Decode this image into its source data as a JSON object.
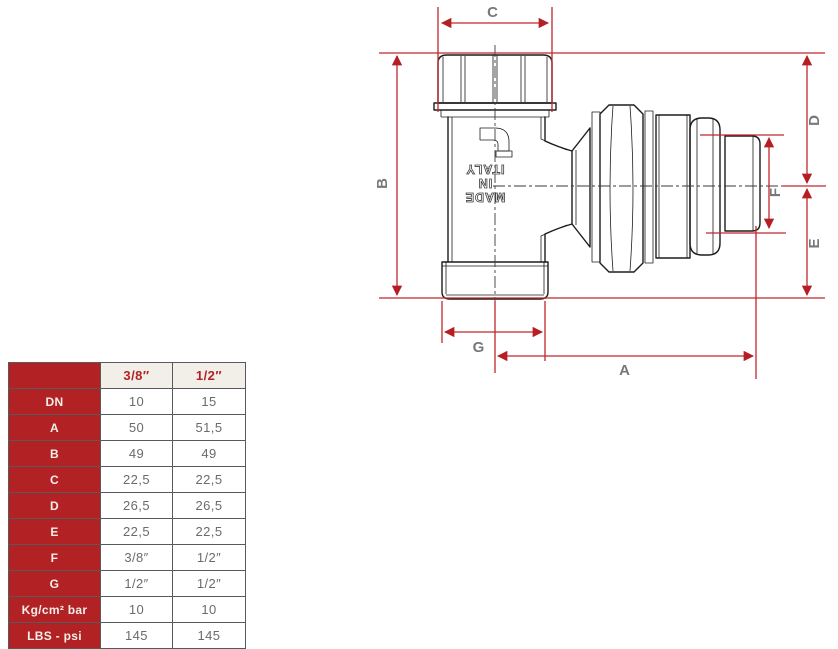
{
  "diagram": {
    "dimension_labels": {
      "a": "A",
      "b": "B",
      "c": "C",
      "d": "D",
      "e": "E",
      "f": "F",
      "g": "G"
    },
    "made_in_italy": [
      "MADE",
      "IN",
      "ITALY"
    ]
  },
  "table": {
    "columns": [
      "",
      "3/8″",
      "1/2″"
    ],
    "rows": [
      {
        "label": "DN",
        "v1": "10",
        "v2": "15"
      },
      {
        "label": "A",
        "v1": "50",
        "v2": "51,5"
      },
      {
        "label": "B",
        "v1": "49",
        "v2": "49"
      },
      {
        "label": "C",
        "v1": "22,5",
        "v2": "22,5"
      },
      {
        "label": "D",
        "v1": "26,5",
        "v2": "26,5"
      },
      {
        "label": "E",
        "v1": "22,5",
        "v2": "22,5"
      },
      {
        "label": "F",
        "v1": "3/8″",
        "v2": "1/2″"
      },
      {
        "label": "G",
        "v1": "1/2″",
        "v2": "1/2″"
      },
      {
        "label": "Kg/cm² bar",
        "v1": "10",
        "v2": "10"
      },
      {
        "label": "LBS - psi",
        "v1": "145",
        "v2": "145"
      }
    ]
  },
  "colors": {
    "dimension_red": "#C1272D",
    "arrow_red": "#B51F24",
    "table_red": "#B22225",
    "header_cream": "#F2EFE8",
    "value_gray": "#6A6B6E",
    "label_gray": "#77787B",
    "line_black": "#1D1D1B"
  }
}
